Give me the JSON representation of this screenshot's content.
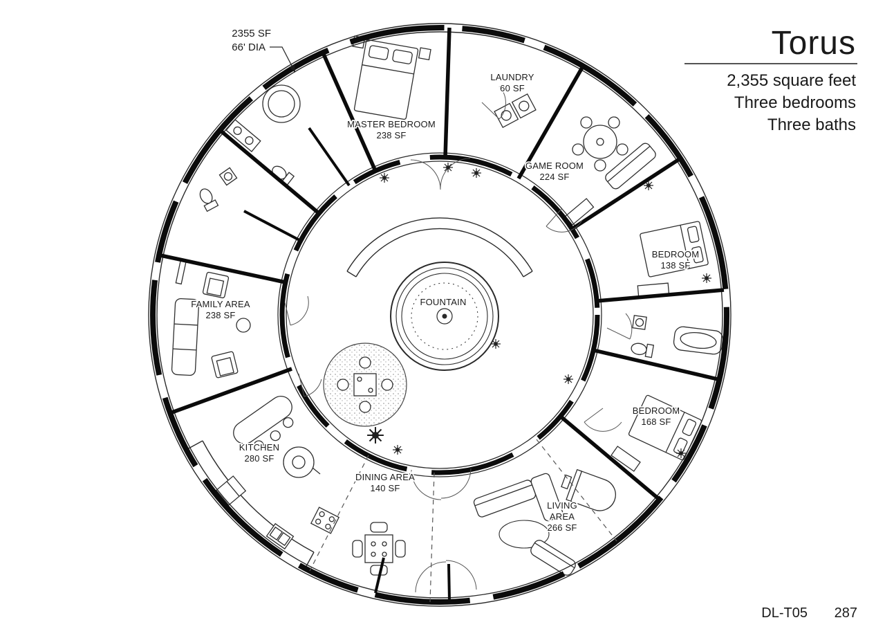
{
  "colors": {
    "ink": "#1a1a1a",
    "wall": "#0b0b0b",
    "paper": "#ffffff"
  },
  "title_block": {
    "title": "Torus",
    "details": [
      "2,355 square feet",
      "Three bedrooms",
      "Three baths"
    ]
  },
  "annotation": {
    "lines": [
      "2355 SF",
      "66' DIA"
    ]
  },
  "rooms": [
    {
      "id": "master-bedroom",
      "lines": [
        "MASTER BEDROOM",
        "238 SF"
      ]
    },
    {
      "id": "laundry",
      "lines": [
        "LAUNDRY",
        "60 SF"
      ]
    },
    {
      "id": "game-room",
      "lines": [
        "GAME ROOM",
        "224 SF"
      ]
    },
    {
      "id": "bedroom-upper",
      "lines": [
        "BEDROOM",
        "138 SF"
      ]
    },
    {
      "id": "bedroom-lower",
      "lines": [
        "BEDROOM",
        "168 SF"
      ]
    },
    {
      "id": "living-area",
      "lines": [
        "LIVING",
        "AREA",
        "266 SF"
      ]
    },
    {
      "id": "dining-area",
      "lines": [
        "DINING AREA",
        "140 SF"
      ]
    },
    {
      "id": "kitchen",
      "lines": [
        "KITCHEN",
        "280 SF"
      ]
    },
    {
      "id": "family-area",
      "lines": [
        "FAMILY AREA",
        "238 SF"
      ]
    },
    {
      "id": "fountain",
      "lines": [
        "FOUNTAIN"
      ]
    }
  ],
  "footer": {
    "plan_code": "DL-T05",
    "page": "287"
  }
}
